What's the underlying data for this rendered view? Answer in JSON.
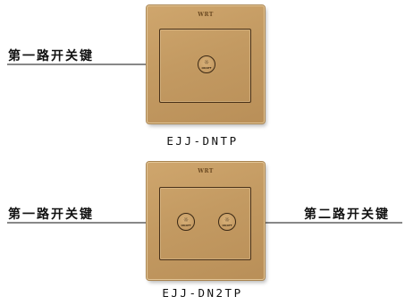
{
  "brand": "WRT",
  "switches": [
    {
      "model": "EJJ-DNTP",
      "keys": [
        {
          "name": "first-key",
          "label": "第一路开关键",
          "side": "left"
        }
      ]
    },
    {
      "model": "EJJ-DN2TP",
      "keys": [
        {
          "name": "first-key",
          "label": "第一路开关键",
          "side": "left"
        },
        {
          "name": "second-key",
          "label": "第二路开关键",
          "side": "right"
        }
      ]
    }
  ],
  "colors": {
    "panel": "#c39a62",
    "frame": "#4a3219",
    "line": "#111111"
  },
  "icons": {
    "key": "light-bulb-icon"
  },
  "key_caption": "ON/OFF"
}
